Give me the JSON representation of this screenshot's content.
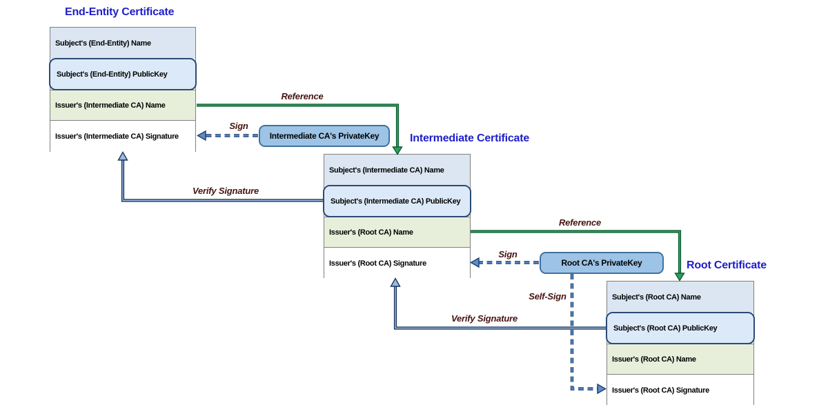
{
  "page": {
    "background": "#ffffff"
  },
  "certificates": [
    {
      "title": "End-Entity Certificate",
      "rows": [
        {
          "label": "Subject's (End-Entity) Name"
        },
        {
          "label": "Subject's (End-Entity) PublicKey"
        },
        {
          "label": "Issuer's (Intermediate CA) Name"
        },
        {
          "label": "Issuer's (Intermediate CA) Signature"
        }
      ]
    },
    {
      "title": "Intermediate Certificate",
      "rows": [
        {
          "label": "Subject's (Intermediate CA) Name"
        },
        {
          "label": "Subject's (Intermediate CA) PublicKey"
        },
        {
          "label": "Issuer's (Root CA) Name"
        },
        {
          "label": "Issuer's (Root CA) Signature"
        }
      ]
    },
    {
      "title": "Root Certificate",
      "rows": [
        {
          "label": "Subject's (Root CA) Name"
        },
        {
          "label": "Subject's (Root CA) PublicKey"
        },
        {
          "label": "Issuer's (Root CA) Name"
        },
        {
          "label": "Issuer's (Root CA) Signature"
        }
      ]
    }
  ],
  "private_keys": [
    {
      "label": "Intermediate CA's PrivateKey"
    },
    {
      "label": "Root CA's PrivateKey"
    }
  ],
  "arrow_labels": {
    "reference_1": "Reference",
    "sign_1": "Sign",
    "verify_1": "Verify Signature",
    "reference_2": "Reference",
    "sign_2": "Sign",
    "verify_2": "Verify Signature",
    "self_sign": "Self-Sign"
  },
  "colors": {
    "title_text": "#1e1ec8",
    "row_name_fill": "#dbe6f2",
    "row_pubkey_fill": "#dce9f8",
    "row_pubkey_border": "#2c4a77",
    "row_issuer_fill": "#e7efdb",
    "row_signature_fill": "#ffffff",
    "box_border": "#7f7f7f",
    "private_key_fill": "#9dc3e6",
    "private_key_border": "#41719c",
    "reference_arrow_green": "#2f9e60",
    "verify_arrow_navy": "#16355c",
    "sign_arrow_blue": "#5d8cc6",
    "arrow_label_text": "#451410"
  }
}
